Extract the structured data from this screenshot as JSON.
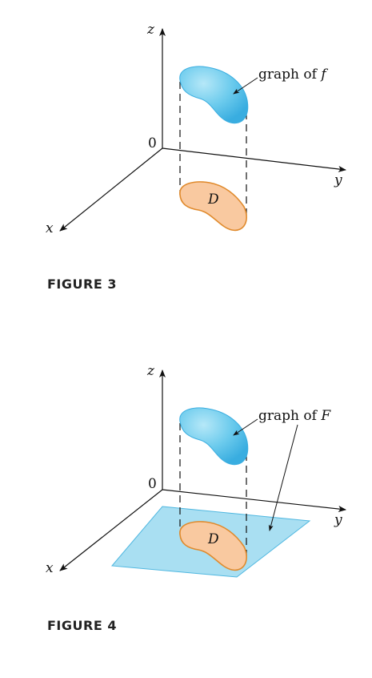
{
  "figures": [
    {
      "caption": "FIGURE 3",
      "axis_labels": {
        "z": "z",
        "y": "y",
        "x": "x",
        "origin": "0"
      },
      "graph_label_prefix": "graph of ",
      "graph_label_func": "f",
      "region_label": "D"
    },
    {
      "caption": "FIGURE 4",
      "axis_labels": {
        "z": "z",
        "y": "y",
        "x": "x",
        "origin": "0"
      },
      "graph_label_prefix": "graph of ",
      "graph_label_func": "F",
      "region_label": "D"
    }
  ],
  "colors": {
    "surface_blue": "#5fc4ea",
    "surface_blue_light": "#a8e1f5",
    "region_orange_fill": "#f9c9a0",
    "region_orange_stroke": "#e08a2c",
    "plane_blue": "#a9dff2",
    "plane_stroke": "#4fb7e0",
    "axis": "#111111"
  }
}
